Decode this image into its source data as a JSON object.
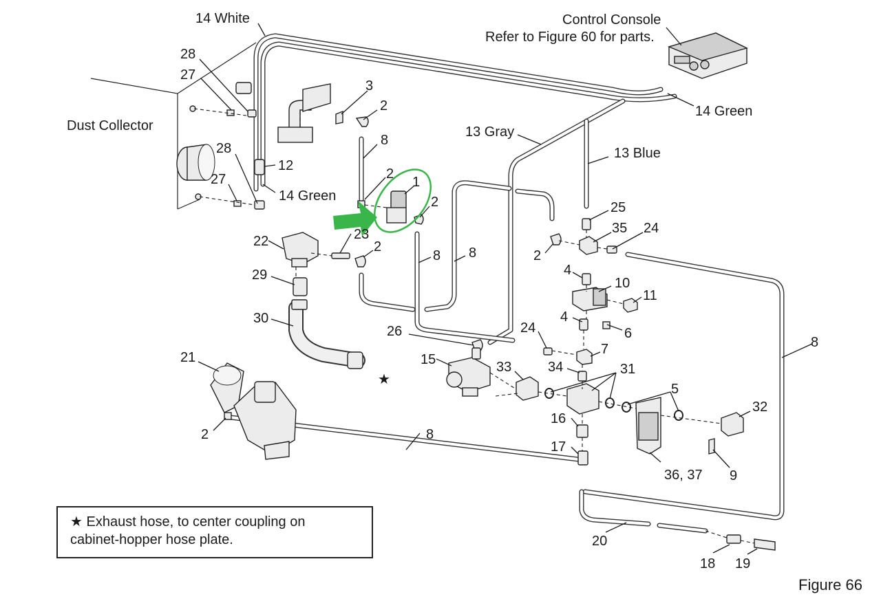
{
  "labels": {
    "white14": "14 White",
    "console": "Control Console",
    "console_ref": "Refer to Figure 60 for parts.",
    "green14a": "14 Green",
    "green14b": "14 Green",
    "dust": "Dust Collector",
    "gray13": "13 Gray",
    "blue13": "13 Blue",
    "n1": "1",
    "n2a": "2",
    "n2b": "2",
    "n2c": "2",
    "n2d": "2",
    "n2e": "2",
    "n2f": "2",
    "n3": "3",
    "n4a": "4",
    "n4b": "4",
    "n5": "5",
    "n6": "6",
    "n7": "7",
    "n8a": "8",
    "n8b": "8",
    "n8c": "8",
    "n8d": "8",
    "n8e": "8",
    "n9": "9",
    "n10": "10",
    "n11": "11",
    "n12": "12",
    "n15": "15",
    "n16": "16",
    "n17": "17",
    "n18": "18",
    "n19": "19",
    "n20": "20",
    "n21": "21",
    "n22": "22",
    "n23": "23",
    "n24a": "24",
    "n24b": "24",
    "n25": "25",
    "n26": "26",
    "n27a": "27",
    "n27b": "27",
    "n28a": "28",
    "n28b": "28",
    "n29": "29",
    "n30": "30",
    "n31": "31",
    "n32": "32",
    "n33": "33",
    "n34": "34",
    "n35": "35",
    "n3637": "36, 37",
    "star": "★"
  },
  "note": {
    "line1": "★ Exhaust hose, to center coupling on",
    "line2": "cabinet-hopper hose plate."
  },
  "figure": "Figure 66",
  "colors": {
    "highlight_arrow": "#3ab54a",
    "highlight_circle": "#3ab54a",
    "ink": "#1a1a1a"
  },
  "highlight": {
    "target_item": "1",
    "icon": "green-arrow-icon"
  }
}
